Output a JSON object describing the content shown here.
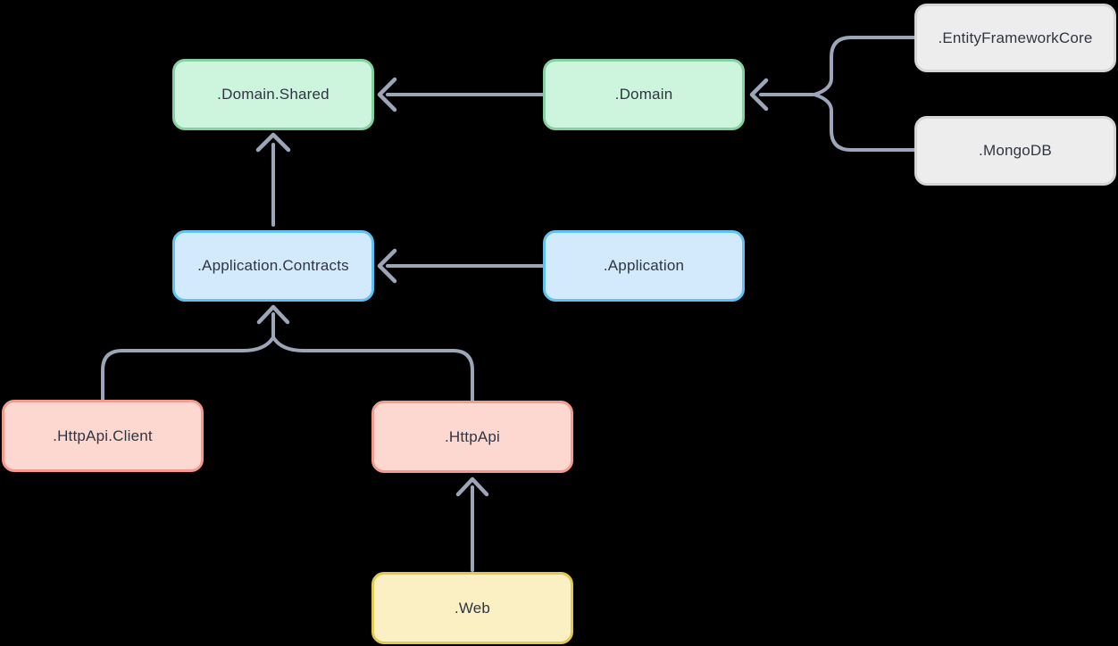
{
  "diagram": {
    "background_color": "#000000",
    "edge_color": "#9da5b8",
    "text_color": "#2f3542",
    "nodes": {
      "domain_shared": {
        "label": ".Domain.Shared",
        "fill": "#cdf4dc",
        "border": "#84d2a1"
      },
      "domain": {
        "label": ".Domain",
        "fill": "#cdf4dc",
        "border": "#84d2a1"
      },
      "entity_framework_core": {
        "label": ".EntityFrameworkCore",
        "fill": "#ededed",
        "border": "#d5d5d5"
      },
      "mongodb": {
        "label": ".MongoDB",
        "fill": "#ededed",
        "border": "#d5d5d5"
      },
      "application_contracts": {
        "label": ".Application.Contracts",
        "fill": "#d3eafc",
        "border": "#5ec3f2"
      },
      "application": {
        "label": ".Application",
        "fill": "#d3eafc",
        "border": "#5ec3f2"
      },
      "httpapi_client": {
        "label": ".HttpApi.Client",
        "fill": "#fcd8d1",
        "border": "#f59b8d"
      },
      "httpapi": {
        "label": ".HttpApi",
        "fill": "#fcd8d1",
        "border": "#f59b8d"
      },
      "web": {
        "label": ".Web",
        "fill": "#fbf0c3",
        "border": "#e2c94f"
      }
    },
    "edges": [
      {
        "from": ".Domain",
        "to": ".Domain.Shared"
      },
      {
        "from": ".EntityFrameworkCore",
        "to": ".Domain"
      },
      {
        "from": ".MongoDB",
        "to": ".Domain"
      },
      {
        "from": ".Application.Contracts",
        "to": ".Domain.Shared"
      },
      {
        "from": ".Application",
        "to": ".Application.Contracts"
      },
      {
        "from": ".HttpApi.Client",
        "to": ".Application.Contracts"
      },
      {
        "from": ".HttpApi",
        "to": ".Application.Contracts"
      },
      {
        "from": ".Web",
        "to": ".HttpApi"
      }
    ]
  }
}
